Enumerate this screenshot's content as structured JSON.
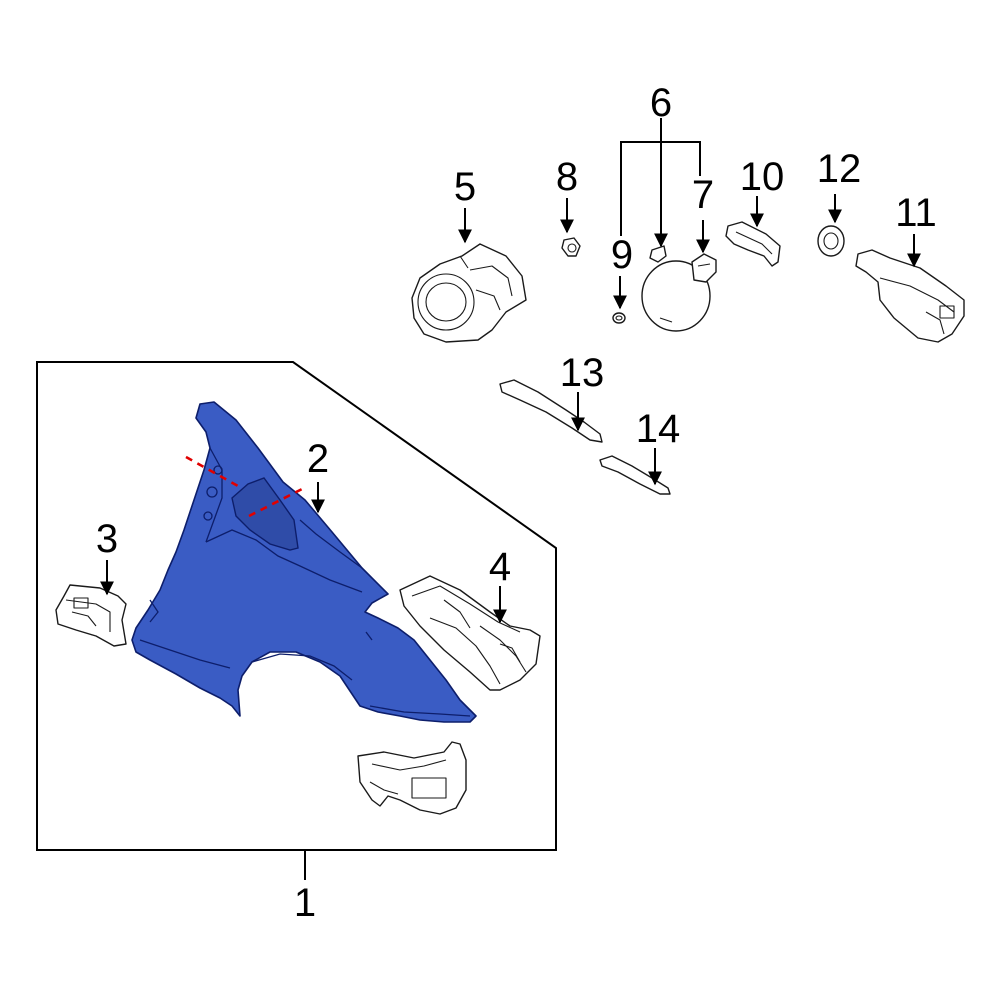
{
  "diagram": {
    "colors": {
      "highlight": "#3a5cc4",
      "outline": "#1a1a1a",
      "cut_line": "#e00000",
      "background": "#ffffff"
    },
    "callouts": [
      {
        "id": "1",
        "label": "1"
      },
      {
        "id": "2",
        "label": "2"
      },
      {
        "id": "3",
        "label": "3"
      },
      {
        "id": "4",
        "label": "4"
      },
      {
        "id": "5",
        "label": "5"
      },
      {
        "id": "6",
        "label": "6"
      },
      {
        "id": "7",
        "label": "7"
      },
      {
        "id": "8",
        "label": "8"
      },
      {
        "id": "9",
        "label": "9"
      },
      {
        "id": "10",
        "label": "10"
      },
      {
        "id": "11",
        "label": "11"
      },
      {
        "id": "12",
        "label": "12"
      },
      {
        "id": "13",
        "label": "13"
      },
      {
        "id": "14",
        "label": "14"
      }
    ]
  }
}
